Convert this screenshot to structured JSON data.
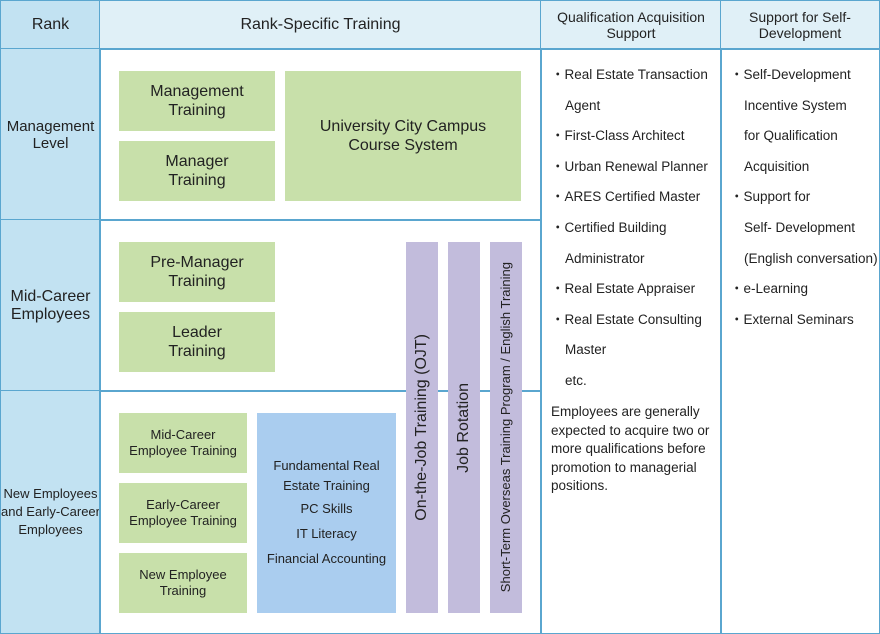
{
  "headers": {
    "rank": "Rank",
    "training": "Rank-Specific Training",
    "qualification": "Qualification Acquisition Support",
    "self_dev": "Support for Self-Development"
  },
  "ranks": {
    "management": "Management Level",
    "mid_career": "Mid-Career Employees",
    "new": "New Employees and Early-Career Employees"
  },
  "training": {
    "management_training": "Management Training",
    "manager_training": "Manager Training",
    "university": "University City Campus Course System",
    "pre_manager": "Pre-Manager Training",
    "leader": "Leader Training",
    "mid_career_employee": "Mid-Career Employee Training",
    "early_career_employee": "Early-Career Employee Training",
    "new_employee": "New Employee Training",
    "fundamental": [
      "Fundamental Real Estate Training",
      "PC Skills",
      "IT Literacy",
      "Financial Accounting"
    ],
    "ojt": "On-the-Job Training (OJT)",
    "job_rotation": "Job Rotation",
    "overseas": "Short-Term Overseas Training Program / English Training"
  },
  "qualification": {
    "items": [
      "・Real Estate Transaction",
      "Agent",
      "・First-Class Architect",
      "・Urban Renewal Planner",
      "・ARES Certified Master",
      "・Certified Building",
      "Administrator",
      "・Real Estate Appraiser",
      "・Real Estate Consulting",
      "Master",
      "etc."
    ],
    "note": "Employees are generally expected to acquire two or more qualifications before promotion to managerial positions."
  },
  "self_dev": {
    "items": [
      "・Self-Development",
      "Incentive System",
      "for Qualification",
      "Acquisition",
      "・Support for",
      "Self- Development",
      "(English conversation)",
      "・e-Learning",
      "・External Seminars"
    ]
  }
}
